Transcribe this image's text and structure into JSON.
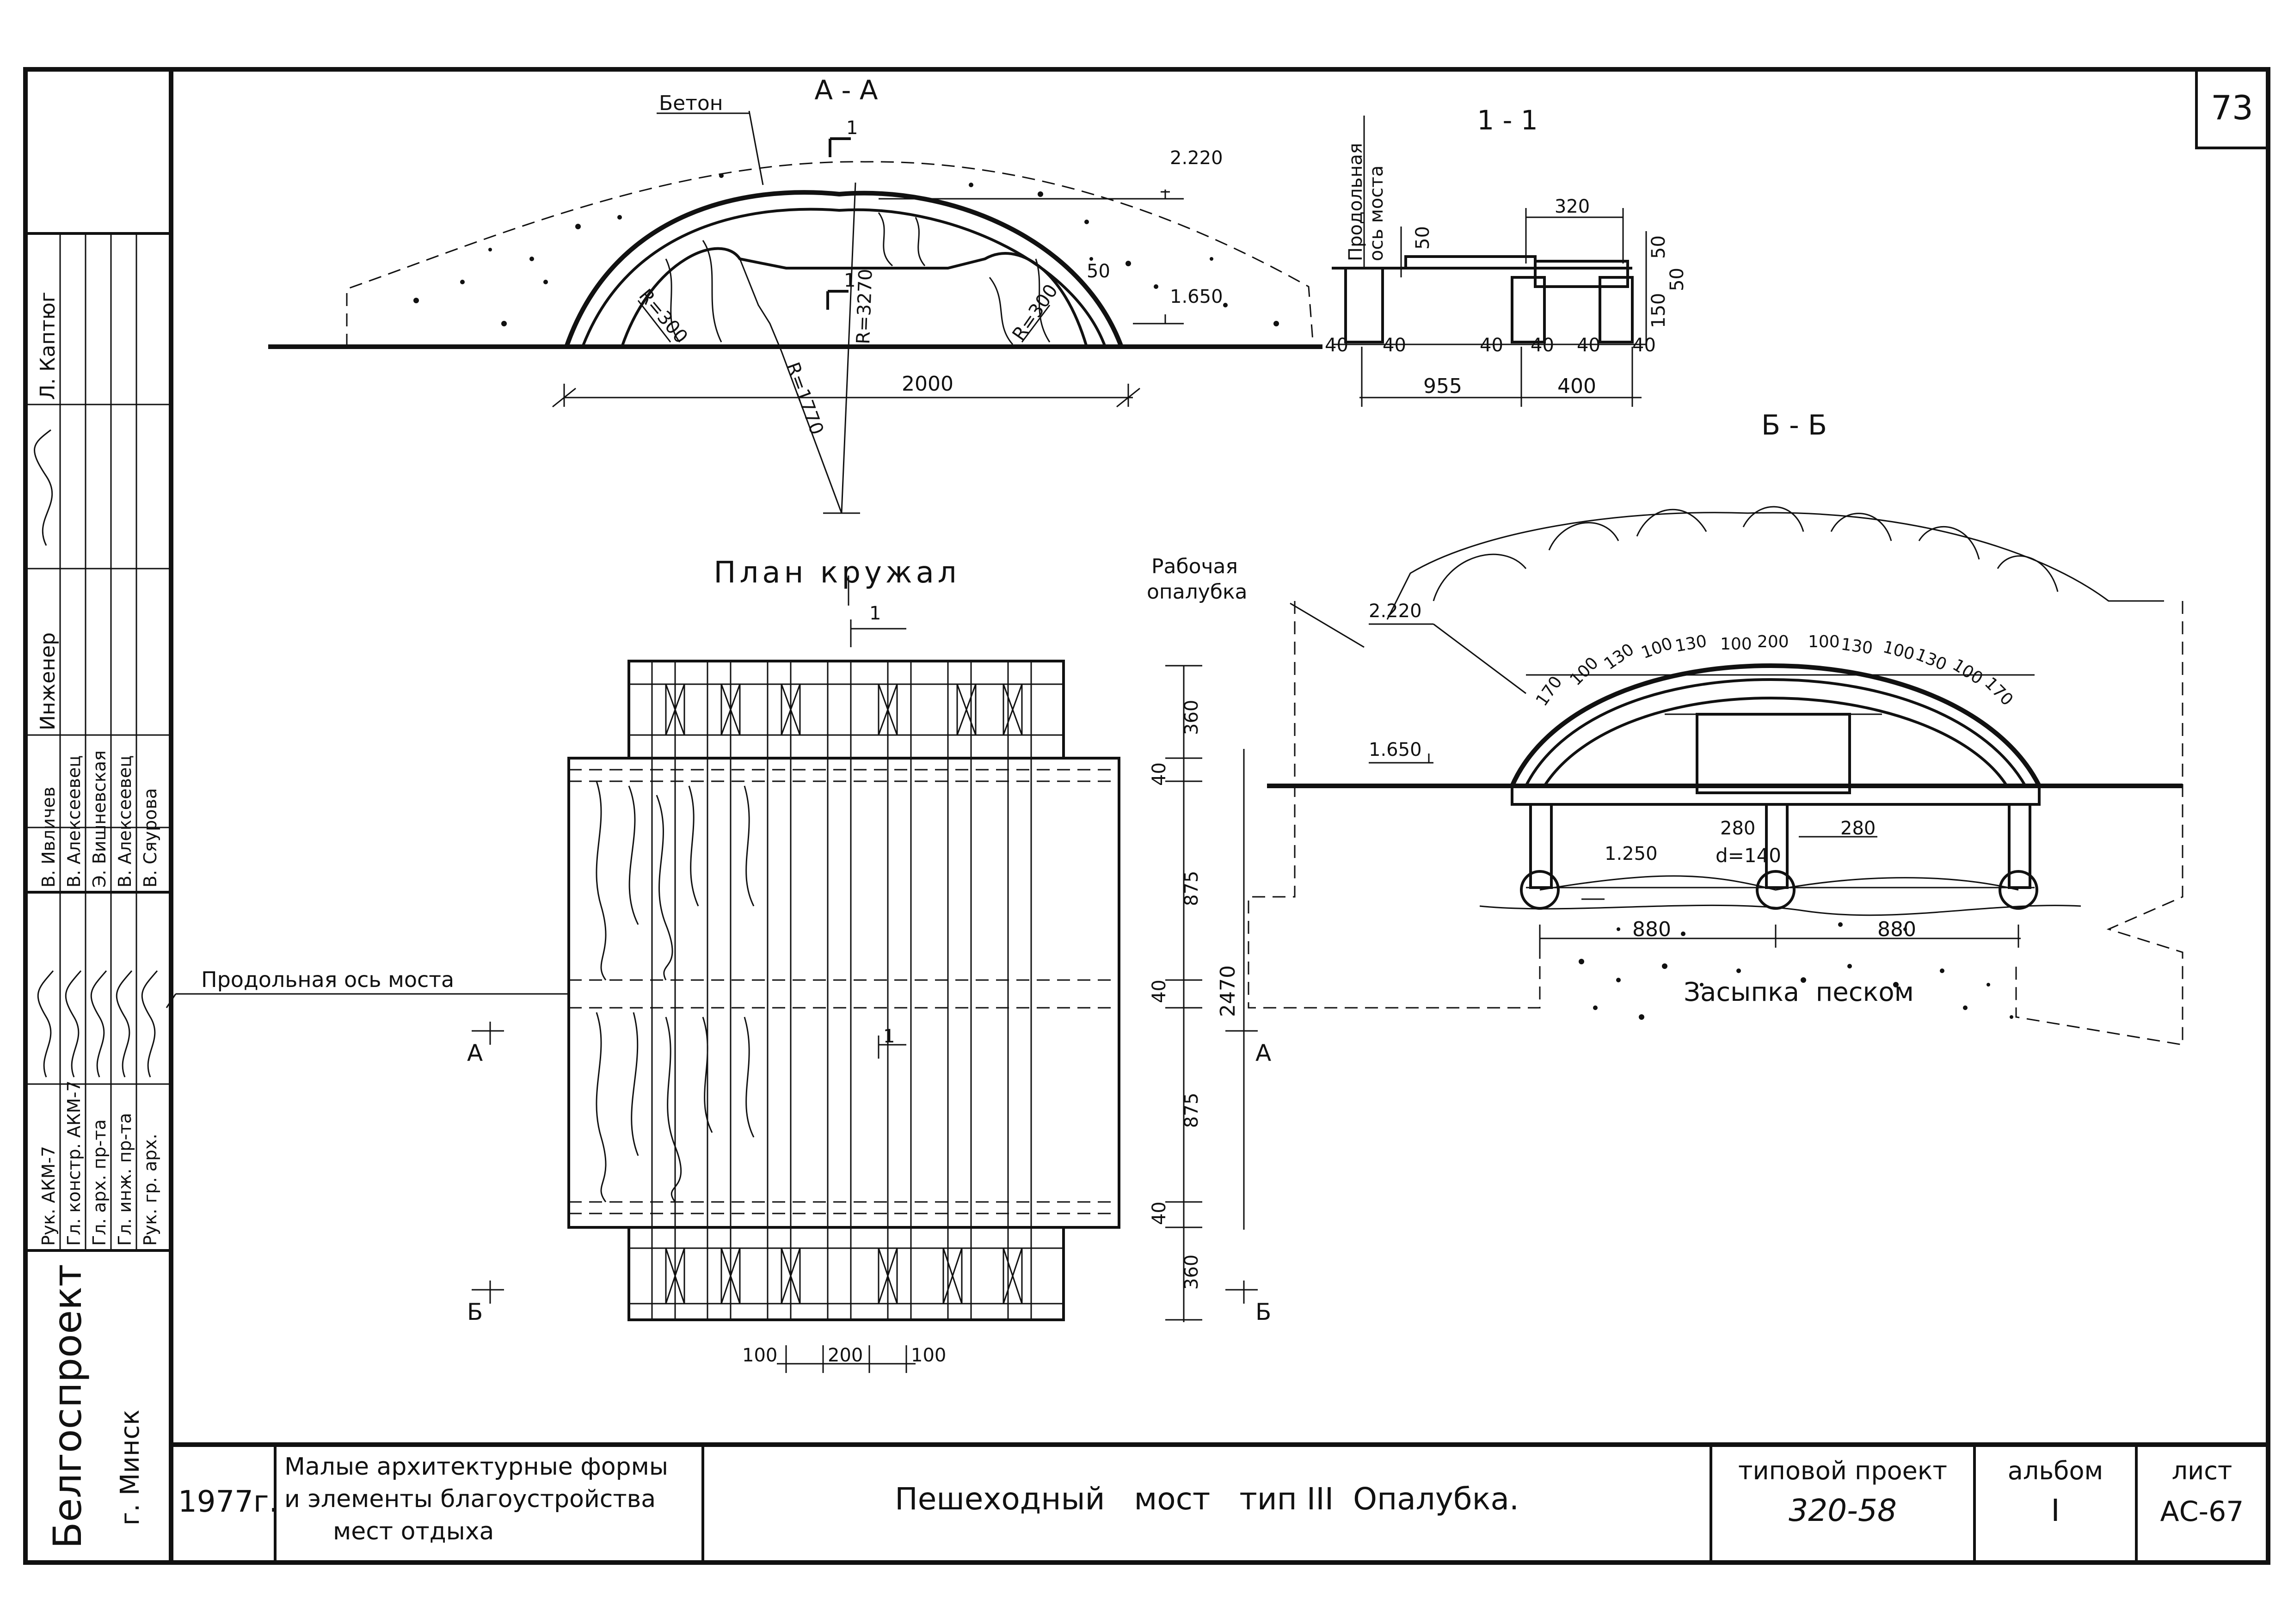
{
  "sheet": {
    "number": "73",
    "org": "Белгоспроект",
    "city": "г. Минск",
    "year": "1977г.",
    "series": [
      "Малые архитектурные формы",
      "и элементы благоустройства",
      "мест отдыха"
    ],
    "title": "Пешеходный   мост   тип III  Опалубка.",
    "project_label": "типовой проект",
    "project_number": "320-58",
    "album_label": "альбом",
    "album_value": "I",
    "sheet_label": "лист",
    "sheet_value": "АС-67"
  },
  "signatures": {
    "roles": [
      "Рук. АКМ-7",
      "Гл. констр. АКМ-7",
      "Гл. арх. пр-та",
      "Гл. инж. пр-та",
      "Рук. гр. арх."
    ],
    "names": [
      "В. Ивличев",
      "В. Алексеевец",
      "Э. Вишневская",
      "В. Алексеевец",
      "В. Сяурова"
    ],
    "engineer_label": "Инженер",
    "engineer_name": "Л. Каптюг"
  },
  "section_aa": {
    "title": "А - А",
    "concrete": "Бетон",
    "level_top": "2.220",
    "level_mid": "1.650",
    "r_left": "R=300",
    "r_center": "R=3270",
    "r_right": "R=300",
    "r_low": "R=1770",
    "dim_span": "2000",
    "dim_50": "50",
    "cut_mark": "1"
  },
  "section_11": {
    "title": "1 - 1",
    "axis_label": [
      "Продольная",
      "ось моста"
    ],
    "dims": {
      "d320": "320",
      "d50a": "50",
      "d50b": "50",
      "d50c": "50",
      "d150": "150",
      "d40": "40",
      "d955": "955",
      "d400": "400"
    }
  },
  "plan": {
    "title": "План  кружал",
    "axis_label": "Продольная ось моста",
    "cut_a": "А",
    "cut_b": "Б",
    "cut_1": "1",
    "dims_v": [
      "360",
      "40",
      "875",
      "40",
      "875",
      "40",
      "360"
    ],
    "dims_v_total": "2470",
    "dims_h": [
      "100",
      "200",
      "100"
    ]
  },
  "section_bb": {
    "title": "Б - Б",
    "formwork": [
      "Рабочая",
      "опалубка"
    ],
    "level_top": "2.220",
    "level_mid": "1.650",
    "level_low": "1.250",
    "diameter": "d=140",
    "board_dims": [
      "170",
      "100",
      "130",
      "100",
      "130",
      "100",
      "200",
      "100",
      "130",
      "100",
      "130",
      "100",
      "170"
    ],
    "d280a": "280",
    "d280b": "280",
    "d880a": "880",
    "d880b": "880",
    "sand": "Засыпка  песком"
  }
}
